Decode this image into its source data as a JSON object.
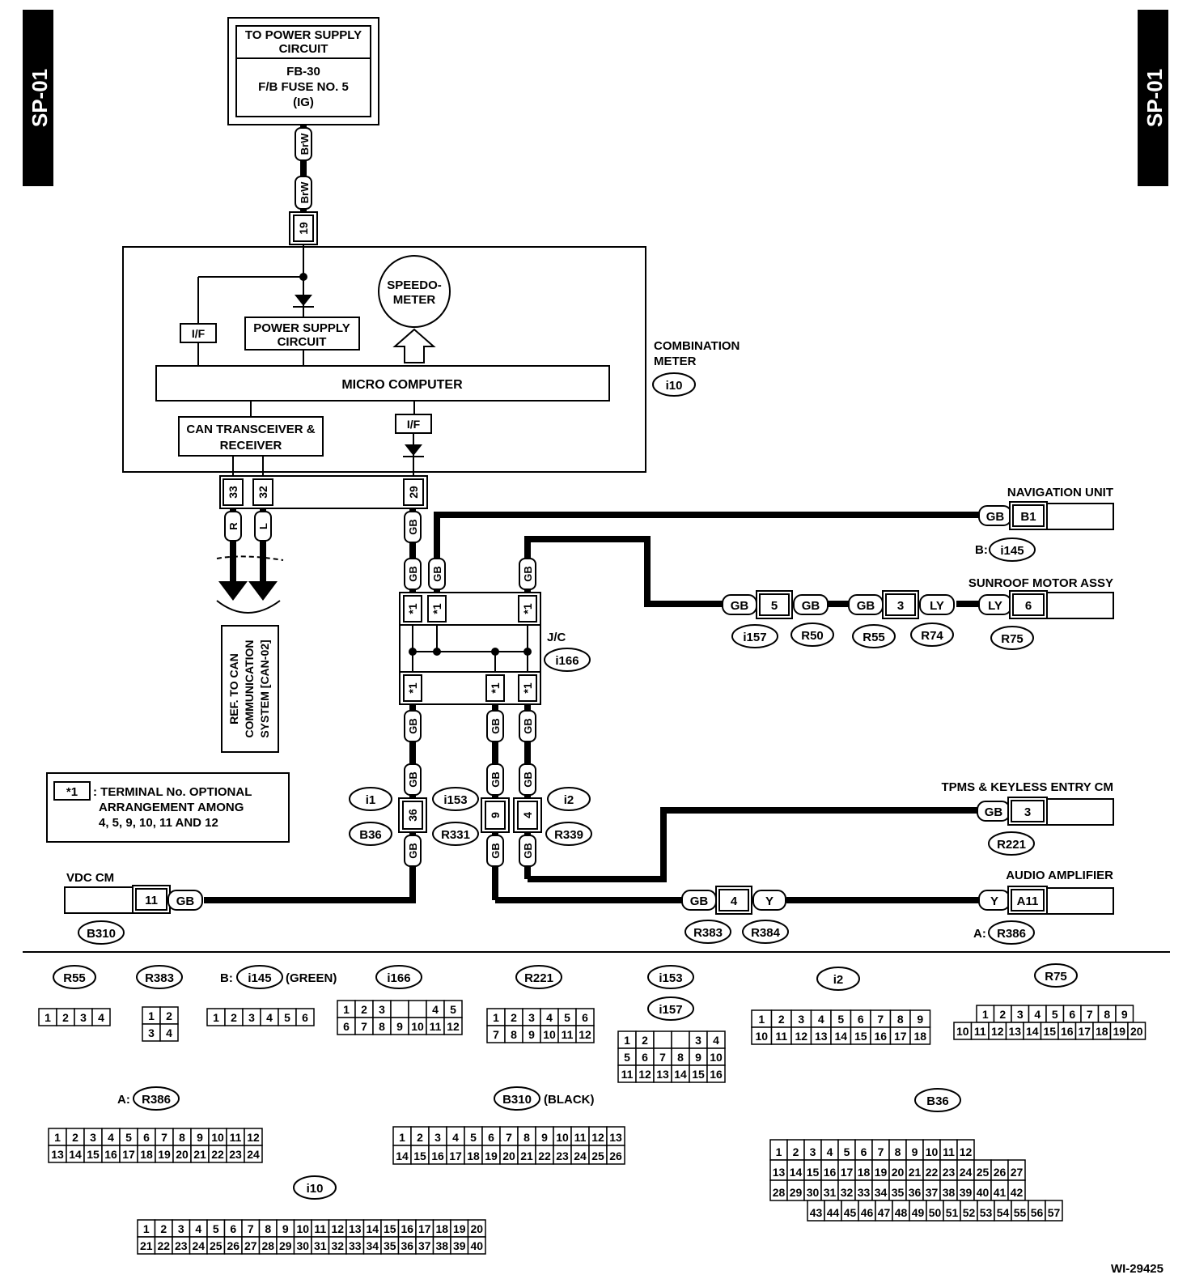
{
  "side_tab": "SP-01",
  "figure_id": "WI-29425",
  "power_supply": {
    "title_line1": "TO POWER SUPPLY",
    "title_line2": "CIRCUIT",
    "fuse_line1": "FB-30",
    "fuse_line2": "F/B FUSE NO. 5",
    "fuse_line3": "(IG)"
  },
  "meter": {
    "label_line1": "COMBINATION",
    "label_line2": "METER",
    "connector": "i10",
    "power_supply_line1": "POWER SUPPLY",
    "power_supply_line2": "CIRCUIT",
    "speedo_line1": "SPEEDO-",
    "speedo_line2": "METER",
    "micro": "MICRO COMPUTER",
    "can_line1": "CAN TRANSCEIVER &",
    "can_line2": "RECEIVER",
    "if_label": "I/F"
  },
  "pins": {
    "p19": "19",
    "p33": "33",
    "p32": "32",
    "p29": "29"
  },
  "colors": {
    "brw": "BrW",
    "r": "R",
    "l": "L",
    "gb": "GB",
    "ly": "LY",
    "y": "Y"
  },
  "can_ref": {
    "line1": "REF. TO CAN",
    "line2": "COMMUNICATION",
    "line3": "SYSTEM [CAN-02]"
  },
  "jc": {
    "label": "J/C",
    "connector": "i166",
    "star": "*1"
  },
  "note": {
    "key": "*1",
    "line1": ": TERMINAL No. OPTIONAL",
    "line2": "ARRANGEMENT AMONG",
    "line3": "4, 5, 9, 10, 11 AND 12"
  },
  "devices": {
    "nav": {
      "label": "NAVIGATION UNIT",
      "pin": "B1",
      "prefix": "B:",
      "conn": "i145"
    },
    "sunroof": {
      "label": "SUNROOF MOTOR ASSY",
      "pin": "6",
      "conn": "R75"
    },
    "tpms": {
      "label": "TPMS & KEYLESS ENTRY CM",
      "pin": "3",
      "conn": "R221"
    },
    "audio": {
      "label": "AUDIO AMPLIFIER",
      "pin": "A11",
      "prefix": "A:",
      "conn": "R386"
    },
    "vdc": {
      "label": "VDC CM",
      "pin": "11",
      "conn": "B310"
    }
  },
  "inline": {
    "i157": "i157",
    "r50": "R50",
    "r55": "R55",
    "r74": "R74",
    "p5": "5",
    "p3": "3",
    "p36": "36",
    "p9": "9",
    "p4": "4",
    "i1": "i1",
    "b36": "B36",
    "i153": "i153",
    "r331": "R331",
    "i2": "i2",
    "r339": "R339",
    "r383": "R383",
    "r384": "R384"
  },
  "legend": {
    "r55": {
      "name": "R55",
      "rows": [
        [
          "1",
          "2",
          "3",
          "4"
        ]
      ]
    },
    "r383": {
      "name": "R383",
      "rows": [
        [
          "1",
          "2"
        ],
        [
          "3",
          "4"
        ]
      ]
    },
    "i145": {
      "prefix": "B:",
      "name": "i145",
      "note": "(GREEN)",
      "rows": [
        [
          "1",
          "2",
          "3",
          "4",
          "5",
          "6"
        ]
      ]
    },
    "i166": {
      "name": "i166",
      "rows": [
        [
          "1",
          "2",
          "3",
          "",
          "",
          "4",
          "5"
        ],
        [
          "6",
          "7",
          "8",
          "9",
          "10",
          "11",
          "12"
        ]
      ]
    },
    "r221": {
      "name": "R221",
      "rows": [
        [
          "1",
          "2",
          "3",
          "4",
          "5",
          "6"
        ],
        [
          "7",
          "8",
          "9",
          "10",
          "11",
          "12"
        ]
      ]
    },
    "i153": {
      "name": "i153",
      "name2": "i157",
      "rows": [
        [
          "1",
          "2",
          "",
          "",
          "3",
          "4"
        ],
        [
          "5",
          "6",
          "7",
          "8",
          "9",
          "10"
        ],
        [
          "11",
          "12",
          "13",
          "14",
          "15",
          "16"
        ]
      ]
    },
    "i2": {
      "name": "i2",
      "rows": [
        [
          "1",
          "2",
          "3",
          "4",
          "5",
          "6",
          "7",
          "8",
          "9"
        ],
        [
          "10",
          "11",
          "12",
          "13",
          "14",
          "15",
          "16",
          "17",
          "18"
        ]
      ]
    },
    "r75": {
      "name": "R75",
      "rows": [
        [
          "1",
          "2",
          "3",
          "4",
          "5",
          "6",
          "7",
          "8",
          "9"
        ],
        [
          "10",
          "11",
          "12",
          "13",
          "14",
          "15",
          "16",
          "17",
          "18",
          "19",
          "20"
        ]
      ]
    },
    "r386": {
      "prefix": "A:",
      "name": "R386",
      "rows": [
        [
          "1",
          "2",
          "3",
          "4",
          "5",
          "6",
          "7",
          "8",
          "9",
          "10",
          "11",
          "12"
        ],
        [
          "13",
          "14",
          "15",
          "16",
          "17",
          "18",
          "19",
          "20",
          "21",
          "22",
          "23",
          "24"
        ]
      ]
    },
    "b310": {
      "name": "B310",
      "note": "(BLACK)",
      "rows": [
        [
          "1",
          "2",
          "3",
          "4",
          "5",
          "6",
          "7",
          "8",
          "9",
          "10",
          "11",
          "12",
          "13"
        ],
        [
          "14",
          "15",
          "16",
          "17",
          "18",
          "19",
          "20",
          "21",
          "22",
          "23",
          "24",
          "25",
          "26"
        ]
      ]
    },
    "b36": {
      "name": "B36",
      "rows": [
        [
          "1",
          "2",
          "3",
          "4",
          "5",
          "6",
          "7",
          "8",
          "9",
          "10",
          "11",
          "12"
        ],
        [
          "13",
          "14",
          "15",
          "16",
          "17",
          "18",
          "19",
          "20",
          "21",
          "22",
          "23",
          "24",
          "25",
          "26",
          "27"
        ],
        [
          "28",
          "29",
          "30",
          "31",
          "32",
          "33",
          "34",
          "35",
          "36",
          "37",
          "38",
          "39",
          "40",
          "41",
          "42"
        ],
        [
          "43",
          "44",
          "45",
          "46",
          "47",
          "48",
          "49",
          "50",
          "51",
          "52",
          "53",
          "54",
          "55",
          "56",
          "57"
        ]
      ]
    },
    "i10": {
      "name": "i10",
      "rows": [
        [
          "1",
          "2",
          "3",
          "4",
          "5",
          "6",
          "7",
          "8",
          "9",
          "10",
          "11",
          "12",
          "13",
          "14",
          "15",
          "16",
          "17",
          "18",
          "19",
          "20"
        ],
        [
          "21",
          "22",
          "23",
          "24",
          "25",
          "26",
          "27",
          "28",
          "29",
          "30",
          "31",
          "32",
          "33",
          "34",
          "35",
          "36",
          "37",
          "38",
          "39",
          "40"
        ]
      ]
    }
  }
}
